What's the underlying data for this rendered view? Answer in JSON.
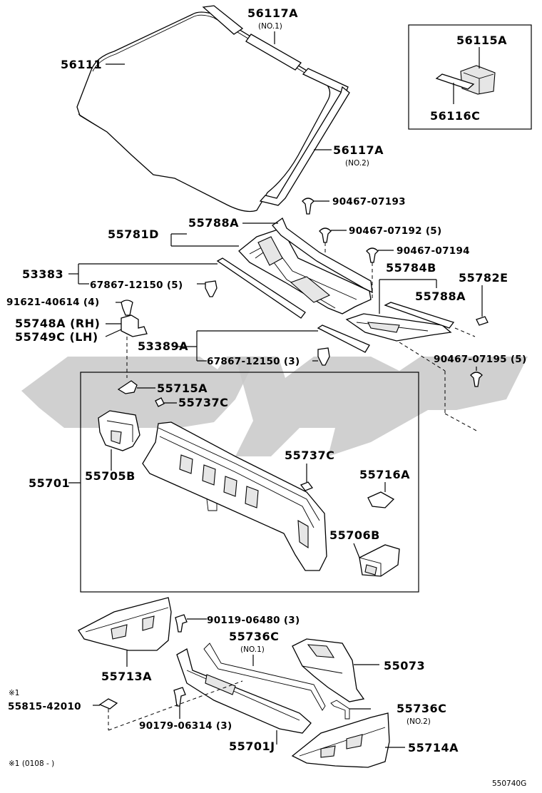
{
  "parts": {
    "p56117A_top": "56117A",
    "p56117A_top_note": "(NO.1)",
    "p56111": "56111",
    "p56115A": "56115A",
    "p56116C": "56116C",
    "p56117A_side": "56117A",
    "p56117A_side_note": "(NO.2)",
    "p90467_07193": "90467-07193",
    "p55788A_left": "55788A",
    "p55781D": "55781D",
    "p90467_07192": "90467-07192 (5)",
    "p90467_07194": "90467-07194",
    "p53383": "53383",
    "p67867_12150_5": "67867-12150 (5)",
    "p55784B": "55784B",
    "p55782E": "55782E",
    "p91621_40614": "91621-40614 (4)",
    "p55788A_right": "55788A",
    "p55748A": "55748A (RH)",
    "p55749C": "55749C (LH)",
    "p53389A": "53389A",
    "p67867_12150_3": "67867-12150 (3)",
    "p90467_07195": "90467-07195 (5)",
    "p55715A": "55715A",
    "p55737C_top": "55737C",
    "p55737C_mid": "55737C",
    "p55701": "55701",
    "p55705B": "55705B",
    "p55716A": "55716A",
    "p55706B": "55706B",
    "p90119_06480": "90119-06480 (3)",
    "p55736C_no1": "55736C",
    "p55736C_no1_note": "(NO.1)",
    "p55713A": "55713A",
    "p55073": "55073",
    "note_mark": "※1",
    "p55815_42010": "55815-42010",
    "p55736C_no2": "55736C",
    "p55736C_no2_note": "(NO.2)",
    "p90179_06314": "90179-06314 (3)",
    "p55701J": "55701J",
    "p55714A": "55714A",
    "footnote": "※1 (0108 -        )",
    "diagram_code": "550740G"
  }
}
